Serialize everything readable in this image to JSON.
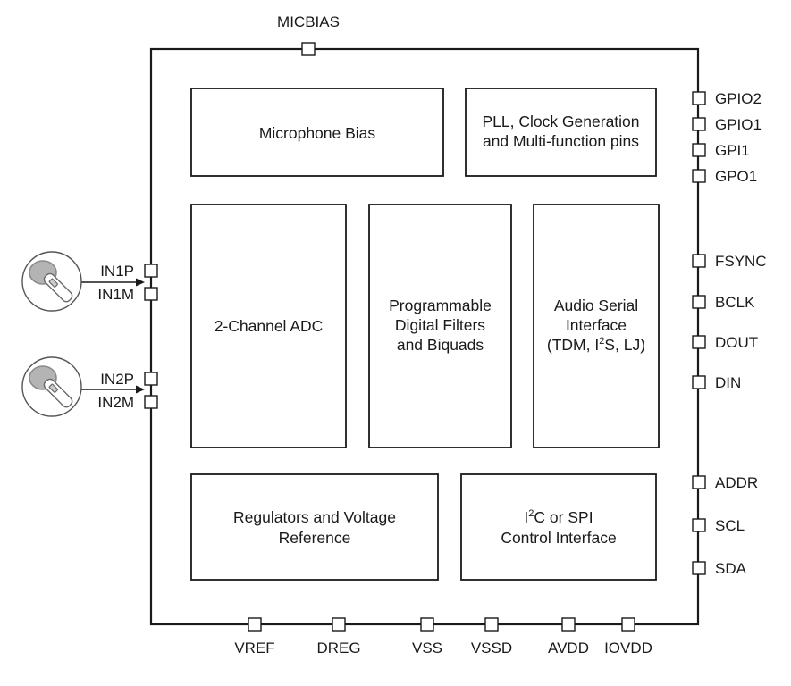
{
  "blocks": {
    "microphone_bias": [
      "Microphone Bias"
    ],
    "pll": [
      "PLL, Clock Generation",
      "and Multi-function pins"
    ],
    "adc": [
      "2-Channel ADC"
    ],
    "filters": [
      "Programmable",
      "Digital Filters",
      "and Biquads"
    ],
    "asi": {
      "line1": "Audio Serial",
      "line2": "Interface",
      "line3_pre": "(TDM, I",
      "line3_sup": "2",
      "line3_post": "S, LJ)"
    },
    "regulators": [
      "Regulators and Voltage",
      "Reference"
    ],
    "control": {
      "line1_pre": "I",
      "line1_sup": "2",
      "line1_post": "C or SPI",
      "line2": "Control Interface"
    }
  },
  "pins": {
    "top": [
      "MICBIAS"
    ],
    "left": [
      "IN1P",
      "IN1M",
      "IN2P",
      "IN2M"
    ],
    "right": [
      "GPIO2",
      "GPIO1",
      "GPI1",
      "GPO1",
      "FSYNC",
      "BCLK",
      "DOUT",
      "DIN",
      "ADDR",
      "SCL",
      "SDA"
    ],
    "bottom": [
      "VREF",
      "DREG",
      "VSS",
      "VSSD",
      "AVDD",
      "IOVDD"
    ]
  },
  "icons": {
    "microphone_1": "microphone-icon",
    "microphone_2": "microphone-icon"
  }
}
